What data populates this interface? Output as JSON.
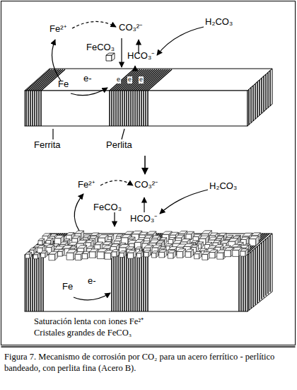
{
  "diagram": {
    "caption": "Figura 7. Mecanismo de corrosión por CO₂ para un acero ferrítico - perlítico bandeado, con perlita fina (Acero B).",
    "labels": [
      "Fe²⁺",
      "CO₃²⁻",
      "H₂CO₃",
      "FeCO₃",
      "HCO₃⁻",
      "Fe",
      "e-",
      "e",
      "e",
      "e",
      "Ferrita",
      "Perlita",
      "Fe²⁺",
      "CO₃²⁻",
      "H₂CO₃",
      "FeCO₃",
      "HCO₃⁻",
      "Fe",
      "e-",
      "Saturación lenta con iones Fe²⁺",
      "Cristales grandes de FeCO₃"
    ]
  }
}
